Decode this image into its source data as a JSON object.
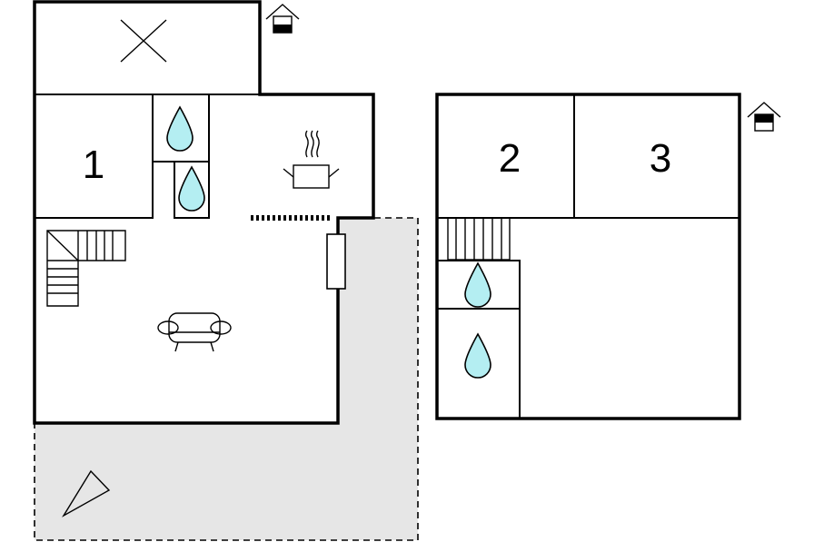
{
  "floor_plan": {
    "ground_floor": {
      "rooms": [
        {
          "label": "1"
        }
      ]
    },
    "upper_floor": {
      "rooms": [
        {
          "label": "2"
        },
        {
          "label": "3"
        }
      ]
    },
    "colors": {
      "wall": "#000000",
      "water": "#b4eef2",
      "terrace": "#e6e6e6",
      "background": "#ffffff"
    },
    "icons": [
      "house-level-icon",
      "water-drop-icon",
      "cooking-pot-icon",
      "sofa-icon",
      "staircase-icon",
      "fireplace-icon",
      "compass-icon",
      "void-cross-icon"
    ]
  }
}
